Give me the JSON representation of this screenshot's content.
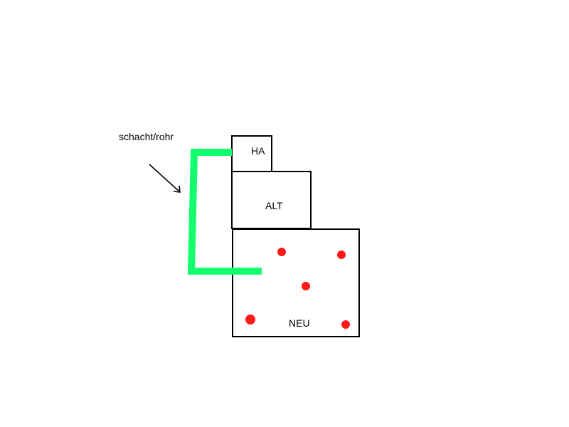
{
  "annotation": {
    "text": "schacht/rohr"
  },
  "rooms": [
    {
      "id": "ha",
      "label": "HA"
    },
    {
      "id": "alt",
      "label": "ALT"
    },
    {
      "id": "neu",
      "label": "NEU"
    }
  ],
  "colors": {
    "pipe": "#14ff6e",
    "marker": "#ff1a1a",
    "outline": "#000000"
  }
}
